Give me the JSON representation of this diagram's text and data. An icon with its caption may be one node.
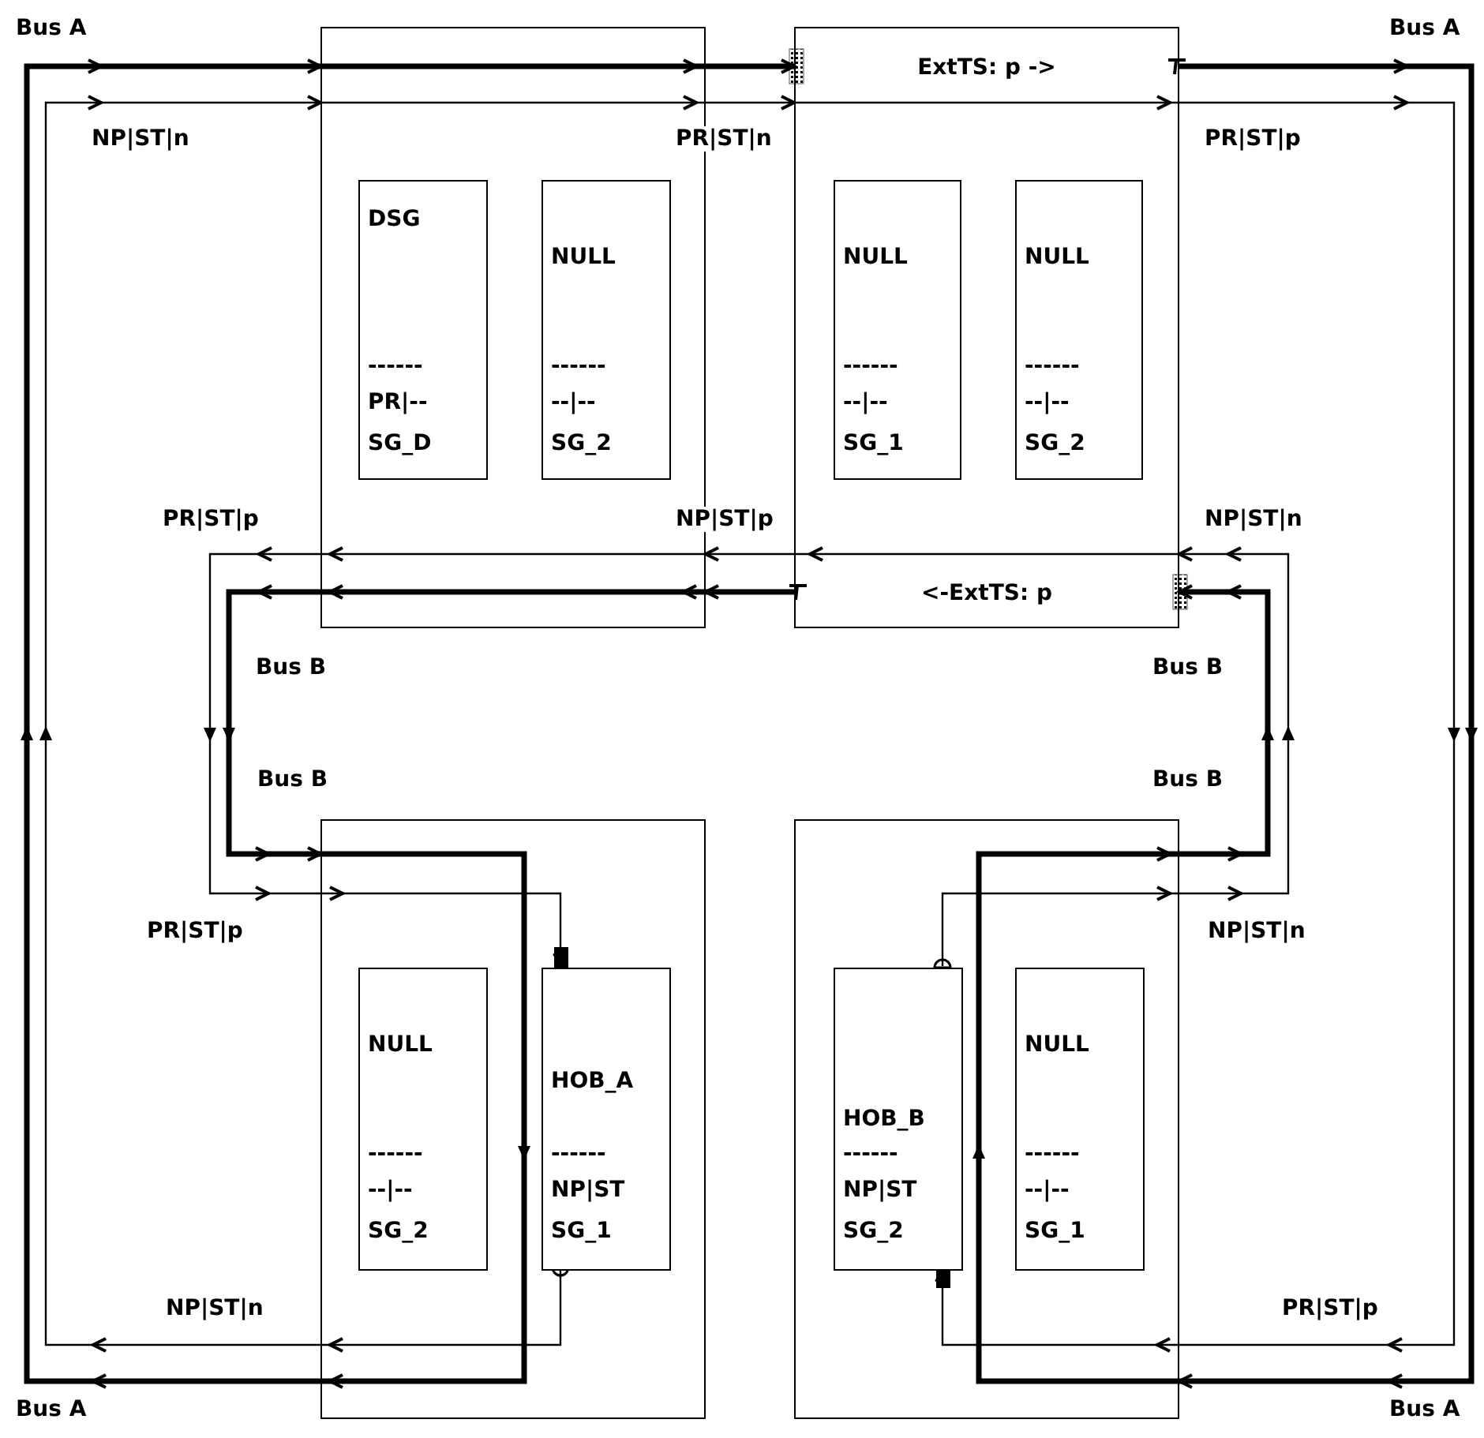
{
  "diagram": {
    "nodes": [
      {
        "text": [],
        "shape": "box"
      },
      {
        "text": [
          "DSG",
          "------",
          "PR|--",
          "SG_D"
        ],
        "in": 0
      },
      {
        "text": [
          "NULL",
          "------",
          "--|--",
          "SG_2"
        ],
        "in": 0
      },
      {
        "text": [
          "ExtTS: p ->",
          "<-ExtTS: p"
        ]
      },
      {
        "text": [
          "NULL",
          "------",
          "--|--",
          "SG_1"
        ],
        "in": 3
      },
      {
        "text": [
          "NULL",
          "------",
          "--|--",
          "SG_2"
        ],
        "in": 3
      },
      {
        "text": [],
        "shape": "box"
      },
      {
        "text": [
          "NULL",
          "------",
          "--|--",
          "SG_2"
        ],
        "in": 6
      },
      {
        "text": [
          "HOB_A",
          "------",
          "NP|ST",
          "SG_1"
        ],
        "in": 6
      },
      {
        "text": [],
        "shape": "box"
      },
      {
        "text": [
          "HOB_B",
          "------",
          "NP|ST",
          "SG_2"
        ],
        "in": 9
      },
      {
        "text": [
          "NULL",
          "------",
          "--|--",
          "SG_1"
        ],
        "in": 9
      }
    ],
    "edges": [
      {
        "from": 0,
        "to": 3,
        "arrow": "to",
        "style": "thick"
      },
      {
        "from": 3,
        "to": 9,
        "arrow": "to",
        "style": "thick"
      },
      {
        "from": 9,
        "to": 3,
        "arrow": "to",
        "style": "thick"
      },
      {
        "from": 3,
        "to": 0,
        "arrow": "to",
        "style": "thick"
      },
      {
        "from": 0,
        "to": 6,
        "arrow": "to",
        "style": "thick"
      },
      {
        "from": 6,
        "to": 0,
        "arrow": "to",
        "style": "thick"
      },
      {
        "from": 0,
        "to": 3,
        "arrow": "to"
      },
      {
        "from": 3,
        "to": 10,
        "arrow": "to"
      },
      {
        "from": 10,
        "to": 3,
        "arrow": "to"
      },
      {
        "from": 3,
        "to": 0,
        "arrow": "to"
      },
      {
        "from": 0,
        "to": 8,
        "arrow": "to"
      },
      {
        "from": 8,
        "to": 0,
        "arrow": "to"
      }
    ],
    "labels": [
      "Bus A",
      "Bus A",
      "NP|ST|n",
      "PR|ST|n",
      "PR|ST|p",
      "PR|ST|p",
      "NP|ST|p",
      "NP|ST|n",
      "Bus B",
      "Bus B",
      "Bus B",
      "Bus B",
      "PR|ST|p",
      "NP|ST|n",
      "NP|ST|n",
      "PR|ST|p",
      "Bus A",
      "Bus A"
    ]
  }
}
